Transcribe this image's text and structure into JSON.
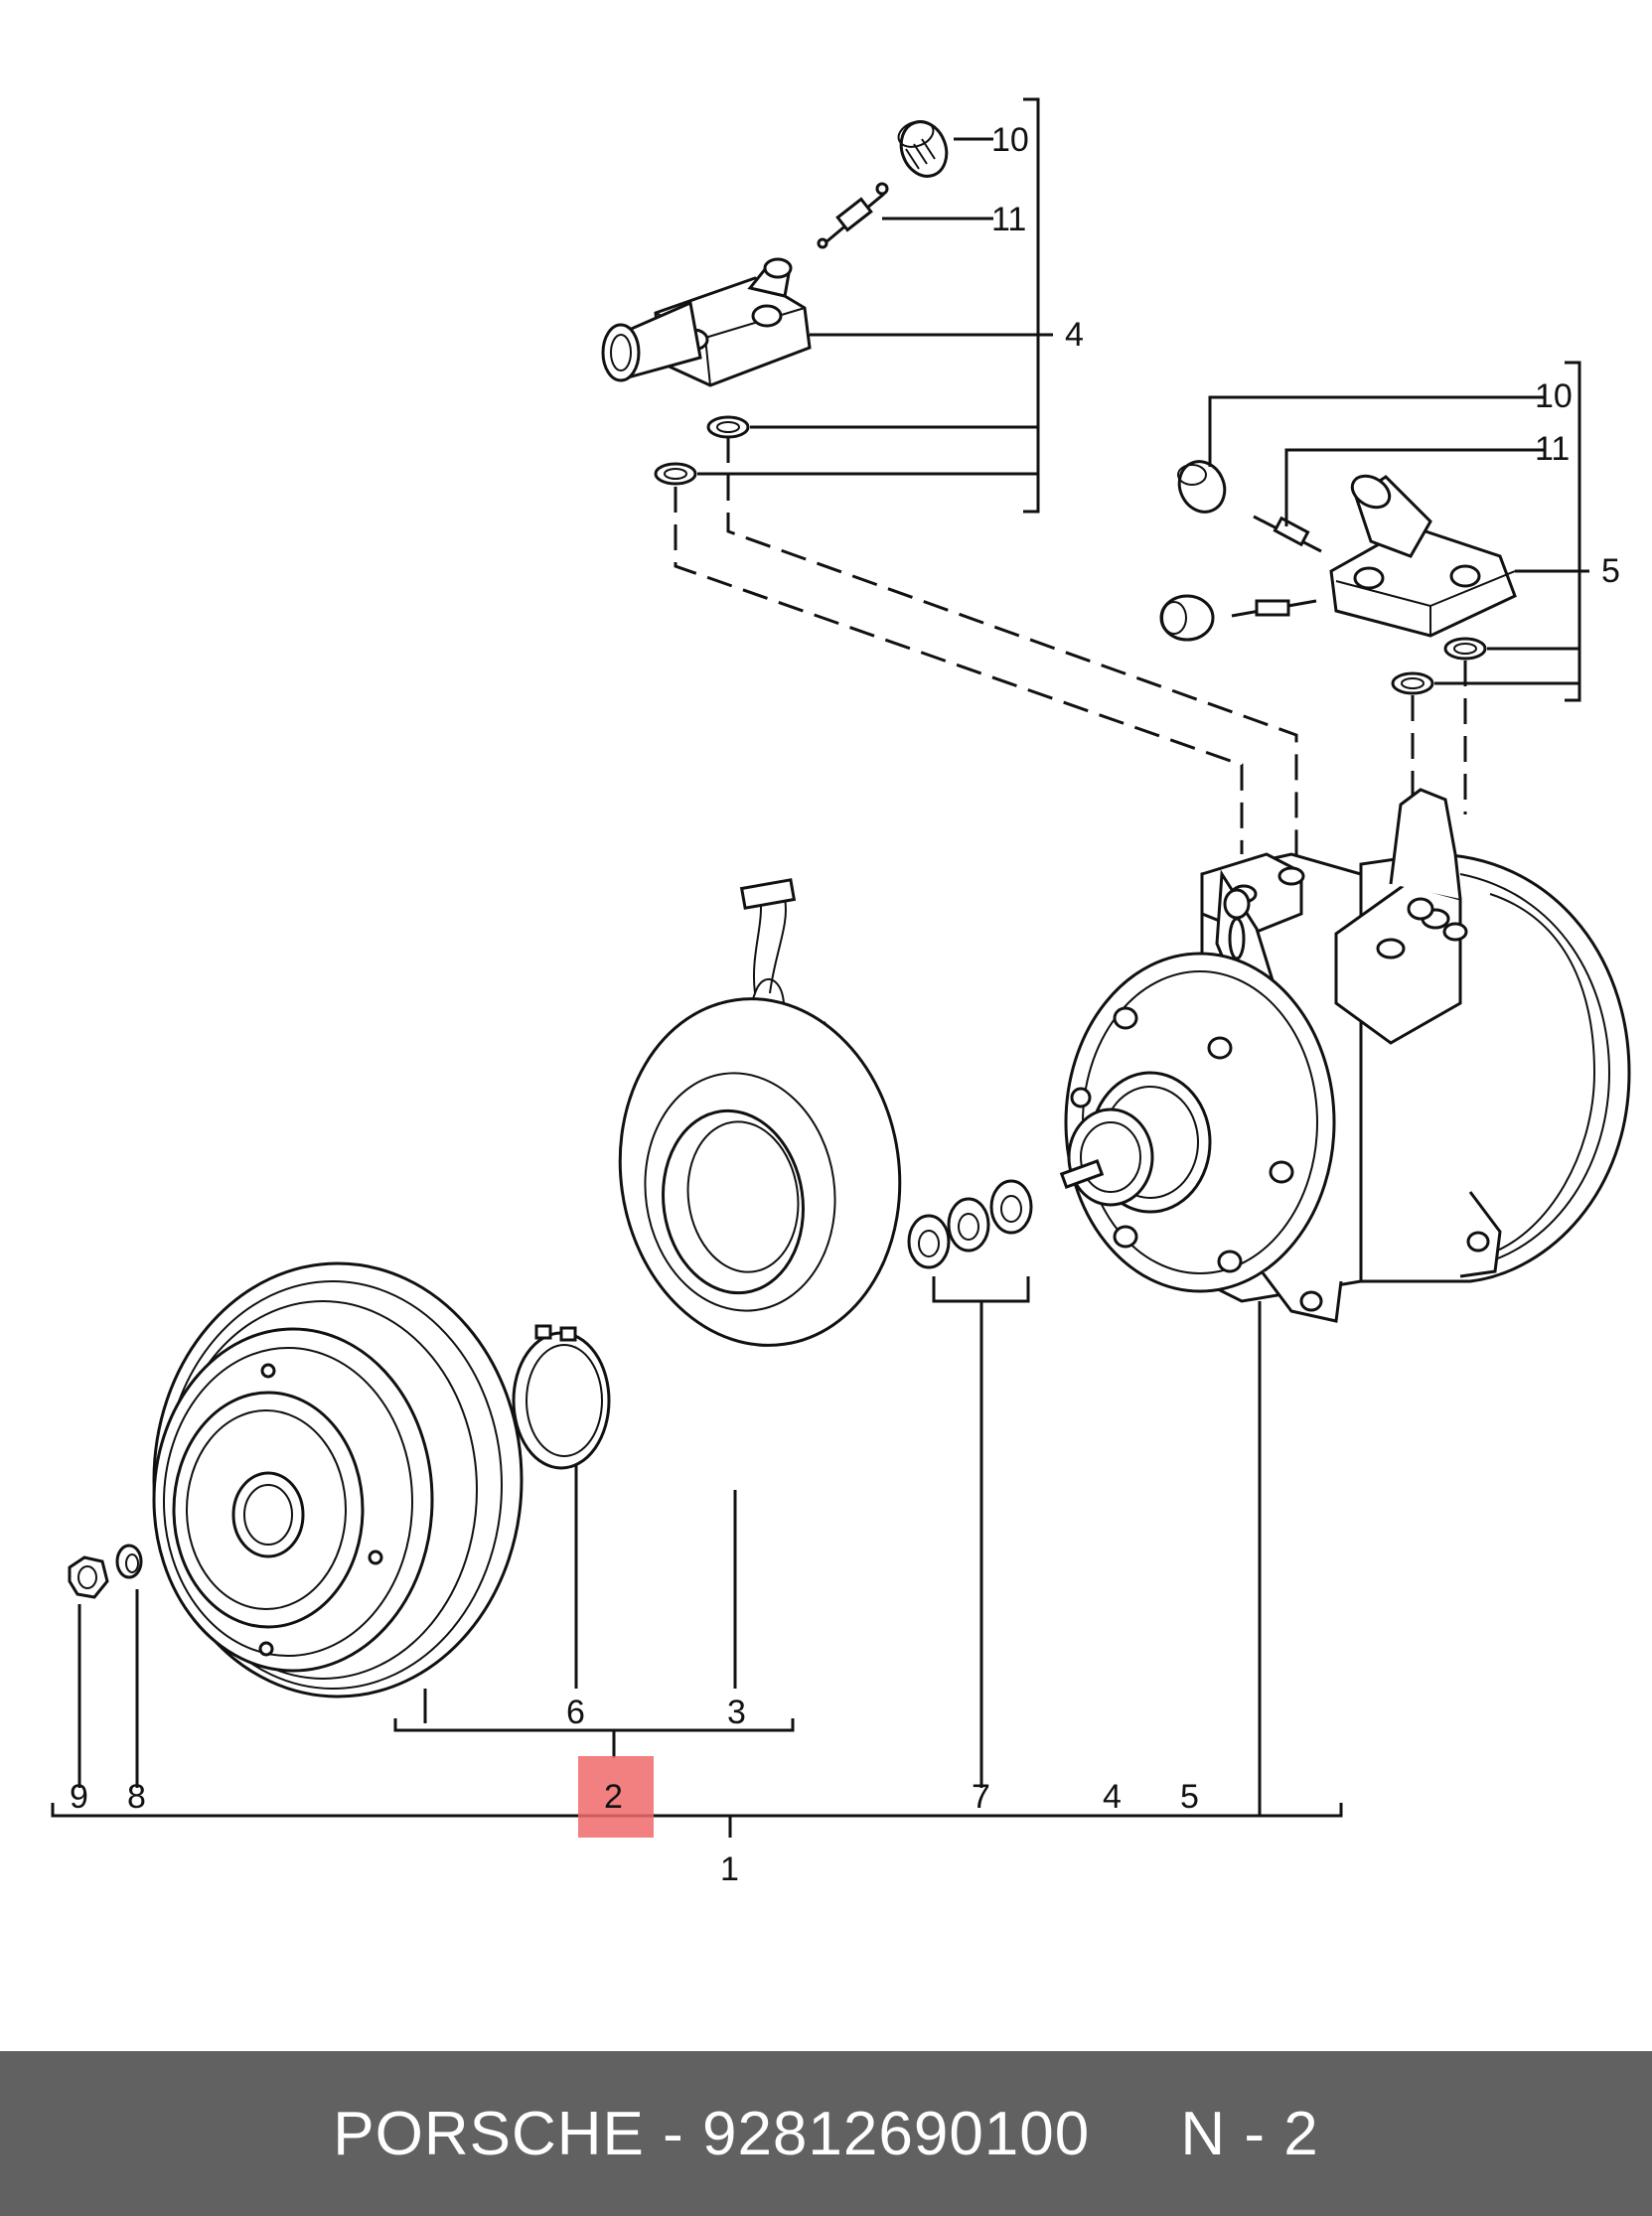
{
  "diagram": {
    "callouts": {
      "c10_top": "10",
      "c11_top": "11",
      "c4_top": "4",
      "c10_right": "10",
      "c11_right": "11",
      "c5_right": "5",
      "c6": "6",
      "c3": "3",
      "c9": "9",
      "c8": "8",
      "c2": "2",
      "c7": "7",
      "c4_bottom": "4",
      "c5_bottom": "5",
      "c1": "1"
    },
    "highlight": {
      "part_number": "2",
      "color": "#f06a6a"
    }
  },
  "footer": {
    "text": "PORSCHE - 92812690100     N - 2",
    "background": "#616161"
  }
}
